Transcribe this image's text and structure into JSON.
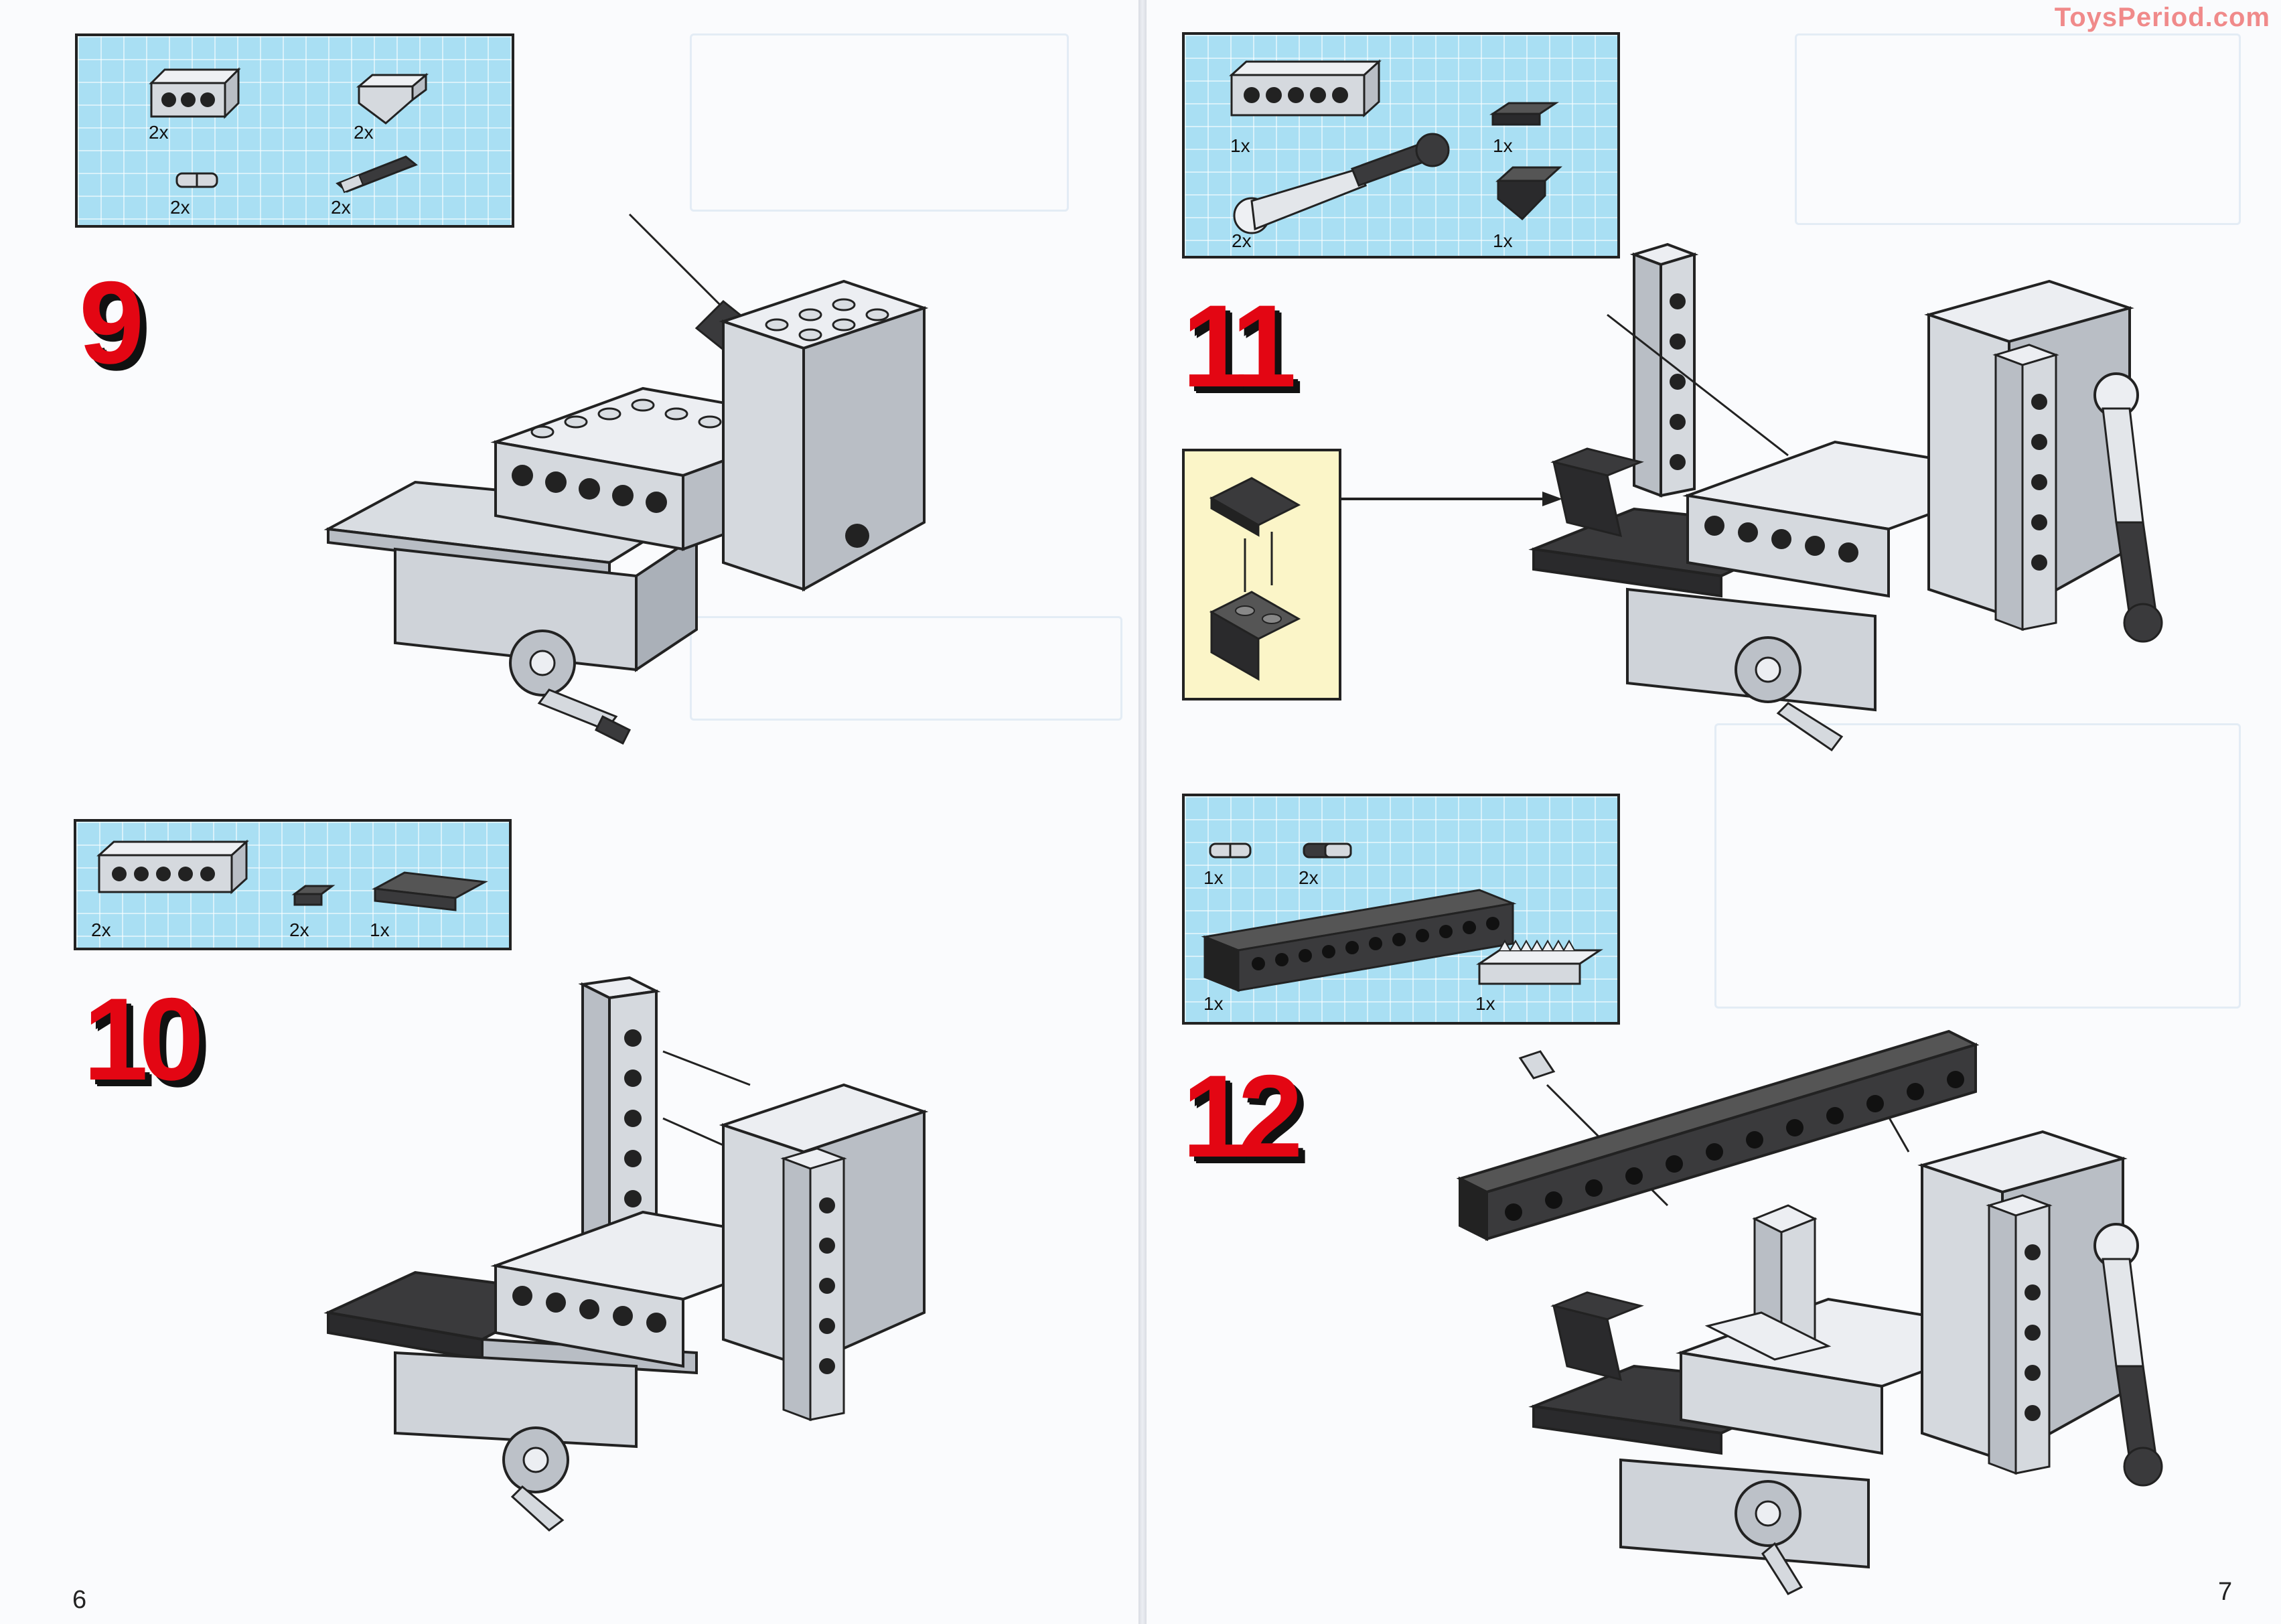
{
  "watermark": "ToysPeriod.com",
  "page_numbers": {
    "left": "6",
    "right": "7"
  },
  "steps": [
    {
      "number": "9",
      "quantities": [
        "2x",
        "2x",
        "2x",
        "2x"
      ]
    },
    {
      "number": "10",
      "quantities": [
        "2x",
        "2x",
        "1x"
      ]
    },
    {
      "number": "11",
      "quantities": [
        "1x",
        "1x",
        "2x",
        "1x"
      ]
    },
    {
      "number": "12",
      "quantities": [
        "1x",
        "2x",
        "1x",
        "1x"
      ]
    }
  ],
  "colors": {
    "step_number": "#e30613",
    "parts_panel": "#a9dff3",
    "callout": "#fbf5c8",
    "light_brick": "#d9dde2",
    "dark_brick": "#3a3a3c"
  }
}
